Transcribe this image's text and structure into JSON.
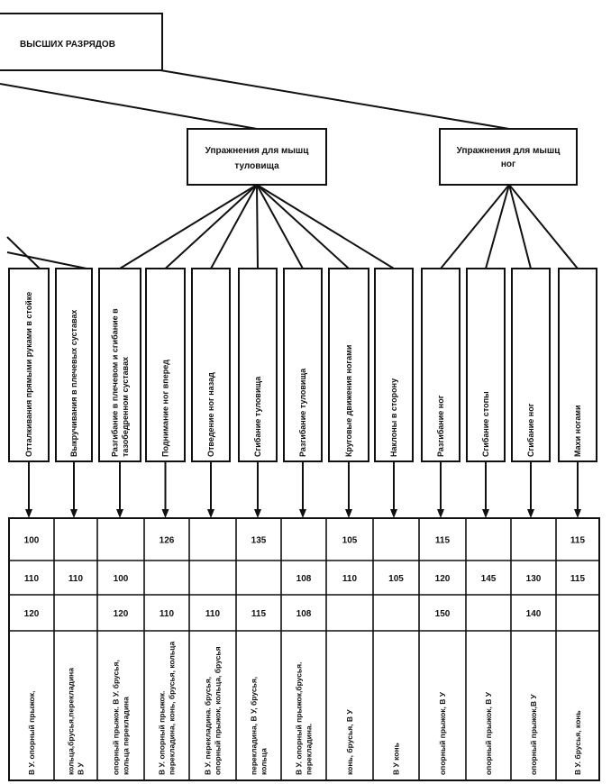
{
  "top_box": {
    "title": "ВЫСШИХ РАЗРЯДОВ"
  },
  "groups": [
    {
      "lines": [
        "Упражнения для мышц",
        "туловища"
      ]
    },
    {
      "lines": [
        "Упражнения для мышц",
        "ног"
      ]
    }
  ],
  "exercises": [
    {
      "label_lines": [
        "Отталкивания прямыми руками в стойке"
      ]
    },
    {
      "label_lines": [
        "Выкручивания в плечевых суставах"
      ]
    },
    {
      "label_lines": [
        "Разгибание в плечевом и сгибание в",
        "тазобедренном суставах"
      ]
    },
    {
      "label_lines": [
        "Поднимание ног вперед"
      ]
    },
    {
      "label_lines": [
        "Отведение ног назад"
      ]
    },
    {
      "label_lines": [
        "Сгибание туловища"
      ]
    },
    {
      "label_lines": [
        "Разгибание туловища"
      ]
    },
    {
      "label_lines": [
        "Круговые движения ногами"
      ]
    },
    {
      "label_lines": [
        "Наклоны в сторону"
      ]
    },
    {
      "label_lines": [
        "Разгибание ног"
      ]
    },
    {
      "label_lines": [
        "Сгибание стопы"
      ]
    },
    {
      "label_lines": [
        "Сгибание ног"
      ]
    },
    {
      "label_lines": [
        "Махи ногами"
      ]
    }
  ],
  "table": {
    "value_rows": [
      [
        "100",
        "",
        "",
        "126",
        "",
        "135",
        "",
        "105",
        "",
        "115",
        "",
        "",
        "115"
      ],
      [
        "110",
        "110",
        "100",
        "",
        "",
        "",
        "108",
        "110",
        "105",
        "120",
        "145",
        "130",
        "115"
      ],
      [
        "120",
        "",
        "120",
        "110",
        "110",
        "115",
        "108",
        "",
        "",
        "150",
        "",
        "140",
        ""
      ]
    ],
    "apparatus": [
      [
        "В У. опорный прыжок,"
      ],
      [
        "кольца,брусья,перекладина",
        "В У"
      ],
      [
        "опорный прыжок. В У. брусья,",
        "кольца перекладина"
      ],
      [
        "В У. опорный прыжок.",
        "перекладина, конь, брусья, кольца"
      ],
      [
        "В У. перекладина. брусья,",
        "опорный прыжок, кольца, брусья"
      ],
      [
        "перекладина, В У, брусья,",
        "кольца"
      ],
      [
        "В У. опорный прыжок,брусья.",
        "перекладина."
      ],
      [
        "конь, брусья, В У"
      ],
      [
        "В У конь"
      ],
      [
        "опорный прыжок, В У"
      ],
      [
        "опорный прыжок, В У"
      ],
      [
        "опорный прыжок,В У"
      ],
      [
        "В У. брусья, конь"
      ]
    ]
  }
}
